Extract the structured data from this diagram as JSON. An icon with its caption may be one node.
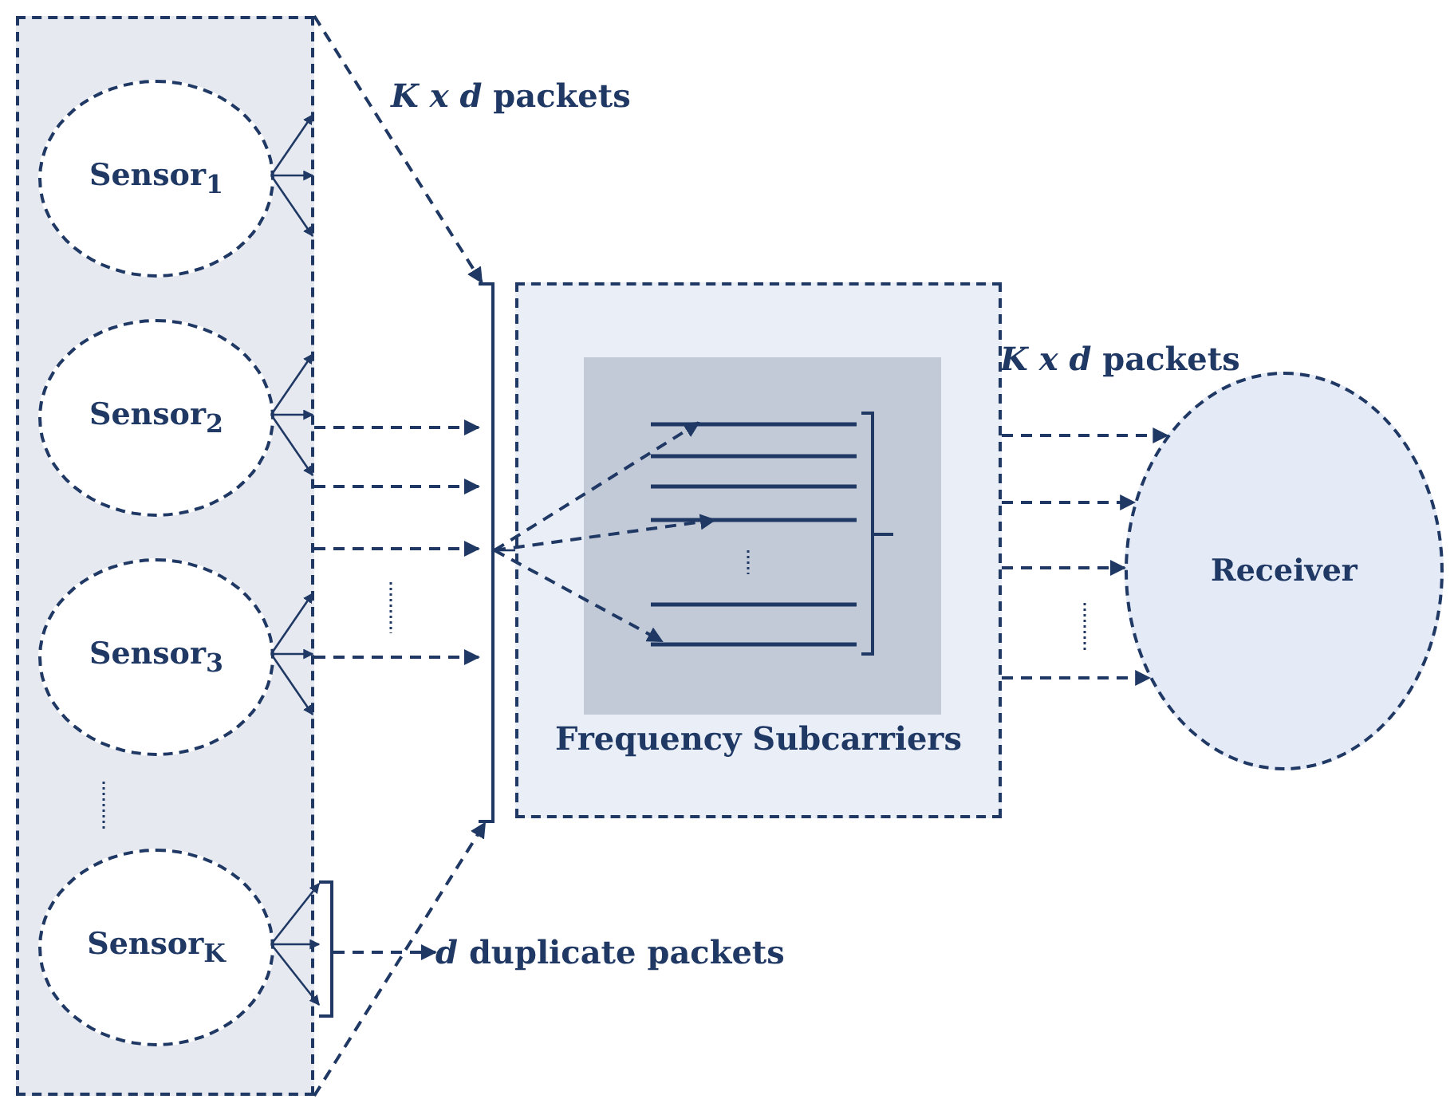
{
  "diagram": {
    "nodes": [
      {
        "text": [],
        "shape": "box"
      },
      {
        "text": [
          "Sensor$_{1}$"
        ],
        "in": 0
      },
      {
        "text": [
          "Sensor$_{2}$"
        ],
        "in": 0
      },
      {
        "text": [
          "Sensor$_{3}$"
        ],
        "in": 0
      },
      {
        "text": [
          "Sensor$_{K}$"
        ],
        "in": 0
      },
      {
        "text": [
          "Frequency Subcarriers"
        ]
      },
      {
        "text": [],
        "shape": "box",
        "in": 5
      },
      {
        "text": [
          "Receiver"
        ]
      },
      {
        "text": [
          "*d* duplicate packets"
        ]
      },
      {
        "text": [],
        "shape": "bar"
      },
      {
        "text": [],
        "shape": "bar"
      }
    ],
    "edges": [
      {
        "from": 1,
        "to": null,
        "arrow": "to"
      },
      {
        "from": 1,
        "to": null,
        "arrow": "to"
      },
      {
        "from": 1,
        "to": null,
        "arrow": "to"
      },
      {
        "from": 2,
        "to": null,
        "arrow": "to"
      },
      {
        "from": 2,
        "to": null,
        "arrow": "to"
      },
      {
        "from": 2,
        "to": null,
        "arrow": "to"
      },
      {
        "from": 3,
        "to": null,
        "arrow": "to"
      },
      {
        "from": 3,
        "to": null,
        "arrow": "to"
      },
      {
        "from": 3,
        "to": null,
        "arrow": "to"
      },
      {
        "from": 4,
        "to": 10,
        "arrow": "to"
      },
      {
        "from": 4,
        "to": 10,
        "arrow": "to"
      },
      {
        "from": 4,
        "to": 10,
        "arrow": "to"
      },
      {
        "from": 0,
        "to": 9,
        "arrow": "to",
        "style": "dashed"
      },
      {
        "from": 0,
        "to": 9,
        "arrow": "to",
        "style": "dashed"
      },
      {
        "from": 0,
        "to": 9,
        "arrow": "to",
        "style": "dashed"
      },
      {
        "from": 0,
        "to": 9,
        "arrow": "to",
        "style": "dashed"
      },
      {
        "from": 0,
        "to": 9,
        "arrow": "to",
        "style": "dashed"
      },
      {
        "from": 0,
        "to": 9,
        "arrow": "to",
        "style": "dashed"
      },
      {
        "from": 9,
        "to": 6,
        "arrow": "to",
        "style": "dashed"
      },
      {
        "from": 9,
        "to": 6,
        "arrow": "to",
        "style": "dashed"
      },
      {
        "from": 9,
        "to": 6,
        "arrow": "to",
        "style": "dashed"
      },
      {
        "from": 5,
        "to": 7,
        "arrow": "to",
        "style": "dashed"
      },
      {
        "from": 5,
        "to": 7,
        "arrow": "to",
        "style": "dashed"
      },
      {
        "from": 5,
        "to": 7,
        "arrow": "to",
        "style": "dashed"
      },
      {
        "from": 5,
        "to": 7,
        "arrow": "to",
        "style": "dashed"
      },
      {
        "from": 10,
        "to": 8,
        "arrow": "to",
        "style": "dashed"
      },
      {
        "from": 9,
        "to": 5,
        "arrow": "none"
      }
    ],
    "labels": [
      "*K x d* packets",
      "*K x d* packets"
    ]
  }
}
